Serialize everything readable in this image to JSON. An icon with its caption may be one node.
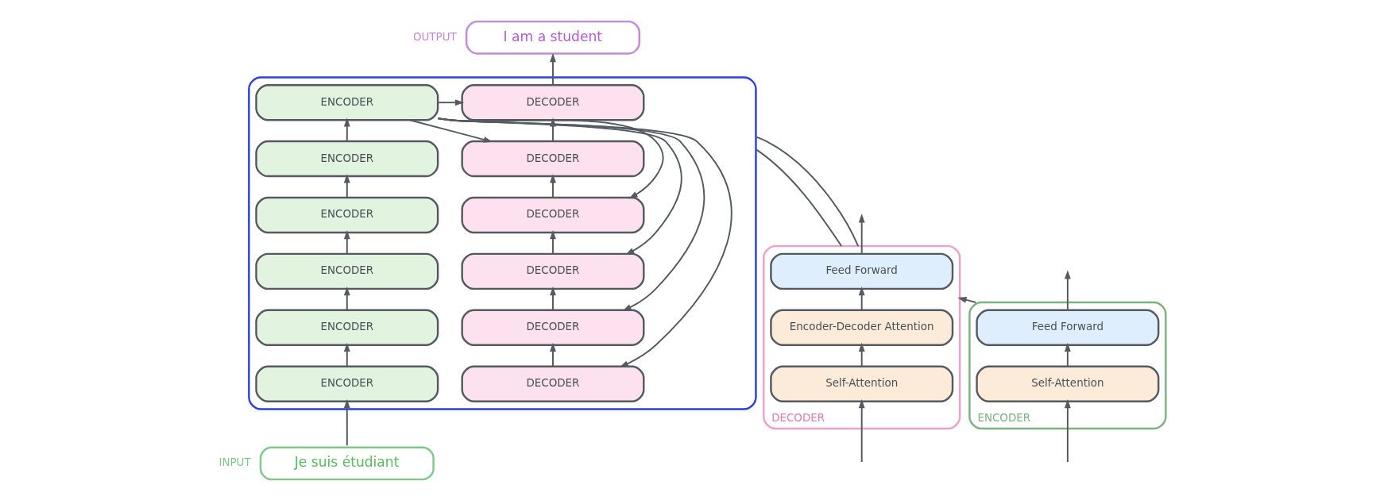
{
  "diagram": {
    "nodes": [
      {
        "text": [
          "ENCODER"
        ]
      },
      {
        "text": [
          "Feed Forward"
        ],
        "in": 0
      },
      {
        "text": [
          "Self-Attention"
        ],
        "in": 0
      },
      {
        "text": [
          "DECODER"
        ]
      },
      {
        "text": [
          "Feed Forward"
        ],
        "in": 3
      },
      {
        "text": [
          "Encoder-Decoder Attention"
        ],
        "in": 3
      },
      {
        "text": [
          "Self-Attention"
        ],
        "in": 3
      },
      {
        "text": [],
        "shape": "box"
      },
      {
        "text": [
          "ENCODER"
        ],
        "in": 7
      },
      {
        "text": [
          "ENCODER"
        ],
        "in": 7
      },
      {
        "text": [
          "ENCODER"
        ],
        "in": 7
      },
      {
        "text": [
          "ENCODER"
        ],
        "in": 7
      },
      {
        "text": [
          "ENCODER"
        ],
        "in": 7
      },
      {
        "text": [
          "ENCODER"
        ],
        "in": 7
      },
      {
        "text": [
          "DECODER"
        ],
        "in": 7
      },
      {
        "text": [
          "DECODER"
        ],
        "in": 7
      },
      {
        "text": [
          "DECODER"
        ],
        "in": 7
      },
      {
        "text": [
          "DECODER"
        ],
        "in": 7
      },
      {
        "text": [
          "DECODER"
        ],
        "in": 7
      },
      {
        "text": [
          "DECODER"
        ],
        "in": 7
      },
      {
        "text": [
          "I am a student"
        ],
        "beside": [
          "OUTPUT"
        ]
      },
      {
        "text": [
          "Je suis étudiant"
        ],
        "beside": [
          "INPUT"
        ]
      }
    ],
    "edges": [
      {
        "from": null,
        "to": 2,
        "arrow": "to"
      },
      {
        "from": 2,
        "to": 1,
        "arrow": "to"
      },
      {
        "from": 1,
        "to": null,
        "arrow": "to"
      },
      {
        "from": 0,
        "to": 3,
        "arrow": "to"
      },
      {
        "from": null,
        "to": 6,
        "arrow": "to"
      },
      {
        "from": 6,
        "to": 5,
        "arrow": "to"
      },
      {
        "from": 5,
        "to": 4,
        "arrow": "to"
      },
      {
        "from": 4,
        "to": null,
        "arrow": "to"
      },
      {
        "from": 3,
        "to": 7,
        "arrow": "none"
      },
      {
        "from": 3,
        "to": 7,
        "arrow": "none"
      },
      {
        "from": 21,
        "to": 13,
        "arrow": "to"
      },
      {
        "from": 13,
        "to": 12,
        "arrow": "to"
      },
      {
        "from": 12,
        "to": 11,
        "arrow": "to"
      },
      {
        "from": 11,
        "to": 10,
        "arrow": "to"
      },
      {
        "from": 10,
        "to": 9,
        "arrow": "to"
      },
      {
        "from": 9,
        "to": 8,
        "arrow": "to"
      },
      {
        "from": 8,
        "to": 14,
        "arrow": "to"
      },
      {
        "from": 8,
        "to": 15,
        "arrow": "to"
      },
      {
        "from": 8,
        "to": 16,
        "arrow": "to"
      },
      {
        "from": 8,
        "to": 17,
        "arrow": "to"
      },
      {
        "from": 8,
        "to": 18,
        "arrow": "to"
      },
      {
        "from": 8,
        "to": 19,
        "arrow": "to"
      },
      {
        "from": 19,
        "to": 18,
        "arrow": "to"
      },
      {
        "from": 18,
        "to": 17,
        "arrow": "to"
      },
      {
        "from": 17,
        "to": 16,
        "arrow": "to"
      },
      {
        "from": 16,
        "to": 15,
        "arrow": "to"
      },
      {
        "from": 15,
        "to": 14,
        "arrow": "to"
      },
      {
        "from": 14,
        "to": 20,
        "arrow": "to"
      }
    ]
  }
}
